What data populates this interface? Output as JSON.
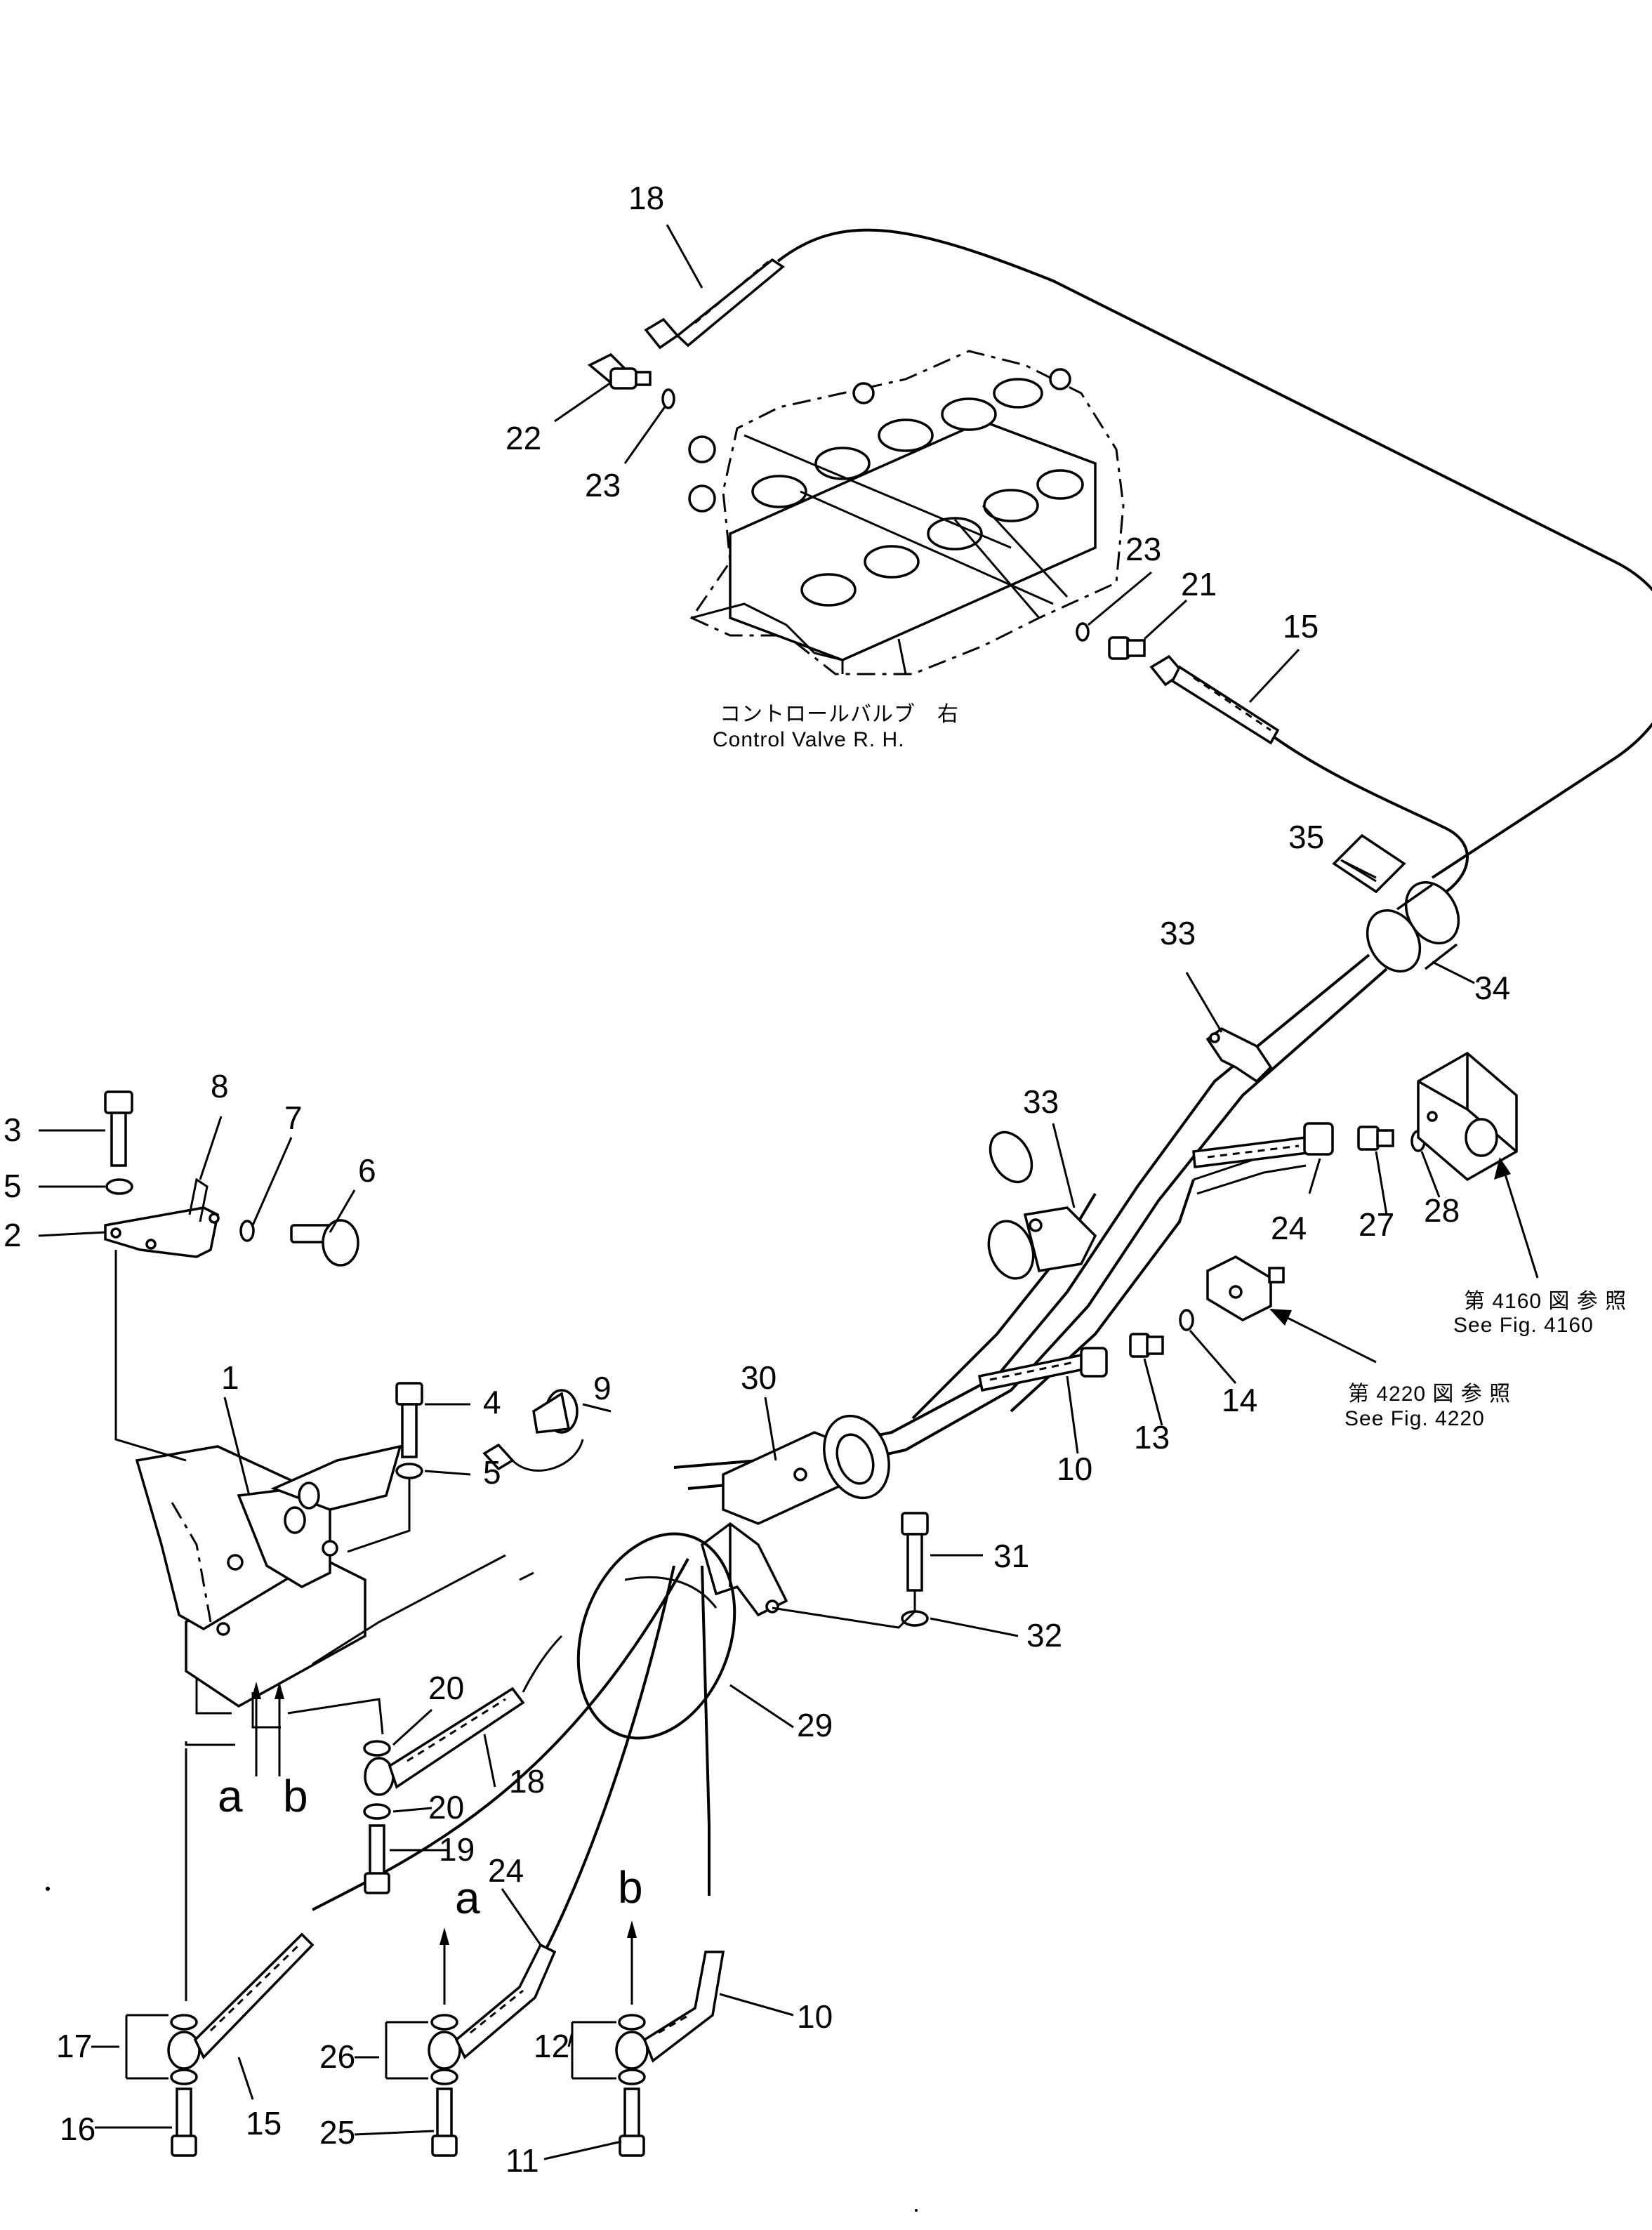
{
  "figure": {
    "control_valve_caption_jp": "コントロールバルブ　右",
    "control_valve_caption_en": "Control  Valve  R. H.",
    "ref_4160_jp": "第 4160 図 参 照",
    "ref_4160_en": "See Fig. 4160",
    "ref_4220_jp": "第 4220 図 参 照",
    "ref_4220_en": "See Fig. 4220"
  },
  "callouts": [
    {
      "id": "c18a",
      "label": "18"
    },
    {
      "id": "c22",
      "label": "22"
    },
    {
      "id": "c23a",
      "label": "23"
    },
    {
      "id": "c23b",
      "label": "23"
    },
    {
      "id": "c21",
      "label": "21"
    },
    {
      "id": "c15a",
      "label": "15"
    },
    {
      "id": "c35",
      "label": "35"
    },
    {
      "id": "c34",
      "label": "34"
    },
    {
      "id": "c33a",
      "label": "33"
    },
    {
      "id": "c33b",
      "label": "33"
    },
    {
      "id": "c24a",
      "label": "24"
    },
    {
      "id": "c27",
      "label": "27"
    },
    {
      "id": "c28",
      "label": "28"
    },
    {
      "id": "c13",
      "label": "13"
    },
    {
      "id": "c14",
      "label": "14"
    },
    {
      "id": "c10a",
      "label": "10"
    },
    {
      "id": "c30",
      "label": "30"
    },
    {
      "id": "c31",
      "label": "31"
    },
    {
      "id": "c32",
      "label": "32"
    },
    {
      "id": "c29",
      "label": "29"
    },
    {
      "id": "c9",
      "label": "9"
    },
    {
      "id": "c3",
      "label": "3"
    },
    {
      "id": "c5a",
      "label": "5"
    },
    {
      "id": "c2",
      "label": "2"
    },
    {
      "id": "c8",
      "label": "8"
    },
    {
      "id": "c7",
      "label": "7"
    },
    {
      "id": "c6",
      "label": "6"
    },
    {
      "id": "c1",
      "label": "1"
    },
    {
      "id": "c4",
      "label": "4"
    },
    {
      "id": "c5b",
      "label": "5"
    },
    {
      "id": "c20a",
      "label": "20"
    },
    {
      "id": "c18b",
      "label": "18"
    },
    {
      "id": "c20b",
      "label": "20"
    },
    {
      "id": "c19",
      "label": "19"
    },
    {
      "id": "c24b",
      "label": "24"
    },
    {
      "id": "c17",
      "label": "17"
    },
    {
      "id": "c15b",
      "label": "15"
    },
    {
      "id": "c16",
      "label": "16"
    },
    {
      "id": "c26",
      "label": "26"
    },
    {
      "id": "c25",
      "label": "25"
    },
    {
      "id": "c12",
      "label": "12"
    },
    {
      "id": "c11",
      "label": "11"
    },
    {
      "id": "c10b",
      "label": "10"
    }
  ],
  "port_markers": {
    "a_top": "a",
    "b_top": "b",
    "a_bottom": "a",
    "b_bottom": "b"
  }
}
